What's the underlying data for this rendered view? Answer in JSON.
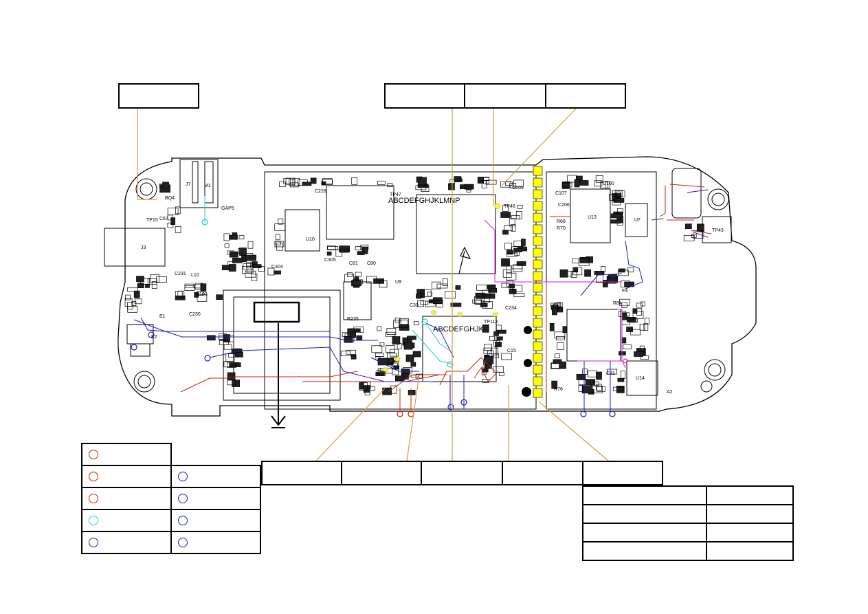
{
  "colors": {
    "red": "#cc2200",
    "blue": "#1a1acc",
    "cyan": "#22cccc",
    "magenta": "#cc22cc",
    "orange": "#d99a3a",
    "pad_yellow": "#ffff00",
    "outline": "#000000"
  },
  "top_callouts": [
    {
      "id": "callout-top-left",
      "text": ""
    },
    {
      "id": "callout-top-1",
      "text": ""
    },
    {
      "id": "callout-top-2",
      "text": ""
    },
    {
      "id": "callout-top-3",
      "text": ""
    }
  ],
  "bottom_callouts": [
    {
      "id": "callout-bottom-1",
      "text": ""
    },
    {
      "id": "callout-bottom-2",
      "text": ""
    },
    {
      "id": "callout-bottom-3",
      "text": ""
    },
    {
      "id": "callout-bottom-4",
      "text": ""
    },
    {
      "id": "callout-bottom-5",
      "text": ""
    }
  ],
  "legend": {
    "left_rows": [
      {
        "color": "red",
        "label": ""
      },
      {
        "color": "red",
        "label": ""
      },
      {
        "color": "red",
        "label": ""
      },
      {
        "color": "cyan",
        "label": ""
      },
      {
        "color": "blue",
        "label": ""
      }
    ],
    "right_rows": [
      {
        "color": "blue",
        "label": ""
      },
      {
        "color": "blue",
        "label": ""
      },
      {
        "color": "blue",
        "label": ""
      },
      {
        "color": "blue",
        "label": ""
      }
    ]
  },
  "info_table": {
    "rows": [
      [
        "",
        ""
      ],
      [
        "",
        ""
      ],
      [
        "",
        ""
      ],
      [
        "",
        ""
      ]
    ]
  },
  "board_labels": {
    "j7": "J7",
    "m1": "M1",
    "bq4": "BQ4",
    "j3": "J3",
    "tp15": "TP15",
    "c67": "C67",
    "l10": "L10",
    "u103": "U103",
    "c230": "C230",
    "c231": "C231",
    "c304": "C304",
    "u10": "U10",
    "c305": "C305",
    "r235": "R235",
    "c81": "C81",
    "c80": "C80",
    "c100": "C100",
    "u13": "U13",
    "u7": "U7",
    "tp43": "TP43",
    "c234": "C234",
    "c14": "C14",
    "c15": "C15",
    "c30": "C30",
    "c31": "C31",
    "u14": "U14",
    "r68": "R68",
    "r70": "R70",
    "r76": "R76",
    "r84": "R84",
    "f3": "F3",
    "c206": "C206",
    "c105": "C105",
    "c107": "C107",
    "c228": "C228",
    "pin_letters": "ABCDEFGHJKLMNP",
    "pin_letters2": "ABCDEFGHJK",
    "tp47": "TP47",
    "tp46": "TP46",
    "tp113": "TP113",
    "u8": "U8",
    "u9": "U9",
    "e1": "E1",
    "e2": "E2",
    "a2": "A2",
    "gap5": "GAP5"
  }
}
